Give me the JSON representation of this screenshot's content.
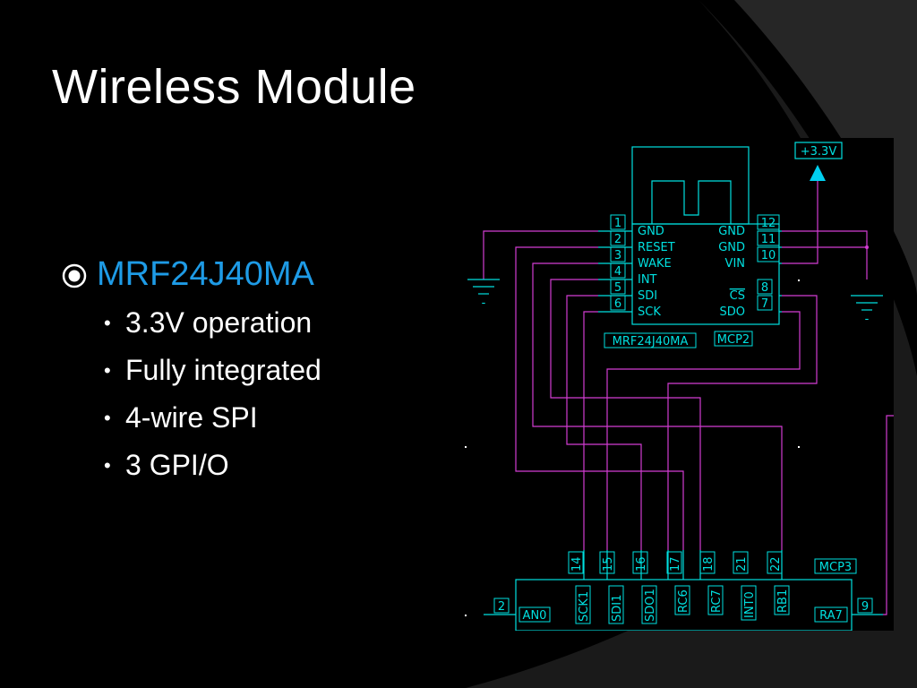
{
  "slide": {
    "title": "Wireless Module",
    "bullets": {
      "main": "MRF24J40MA",
      "subs": [
        "3.3V operation",
        "Fully integrated",
        "4-wire SPI",
        "3 GPI/O"
      ]
    }
  },
  "schematic": {
    "power_label": "+3.3V",
    "module": {
      "ref": "MCP2",
      "part": "MRF24J40MA",
      "left_pins": [
        {
          "num": "1",
          "name": "GND"
        },
        {
          "num": "2",
          "name": "RESET"
        },
        {
          "num": "3",
          "name": "WAKE"
        },
        {
          "num": "4",
          "name": "INT"
        },
        {
          "num": "5",
          "name": "SDI"
        },
        {
          "num": "6",
          "name": "SCK"
        }
      ],
      "right_pins": [
        {
          "num": "12",
          "name": "GND"
        },
        {
          "num": "11",
          "name": "GND"
        },
        {
          "num": "10",
          "name": "VIN"
        },
        {
          "num": "8",
          "name": "CS"
        },
        {
          "num": "7",
          "name": "SDO"
        }
      ]
    },
    "mcu": {
      "ref": "MCP3",
      "left_pin": {
        "num": "2",
        "name": "AN0"
      },
      "right_pin": {
        "num": "9",
        "name": "RA7"
      },
      "top_pins": [
        {
          "num": "14",
          "name": "SCK1"
        },
        {
          "num": "15",
          "name": "SDI1"
        },
        {
          "num": "16",
          "name": "SDO1"
        },
        {
          "num": "17",
          "name": "RC6"
        },
        {
          "num": "18",
          "name": "RC7"
        },
        {
          "num": "21",
          "name": "INT0"
        },
        {
          "num": "22",
          "name": "RB1"
        }
      ]
    },
    "ground_label": "-",
    "colors": {
      "component": "#00e0e0",
      "wire": "#d23cd2",
      "power": "#00d0f0",
      "background": "#000000"
    }
  }
}
